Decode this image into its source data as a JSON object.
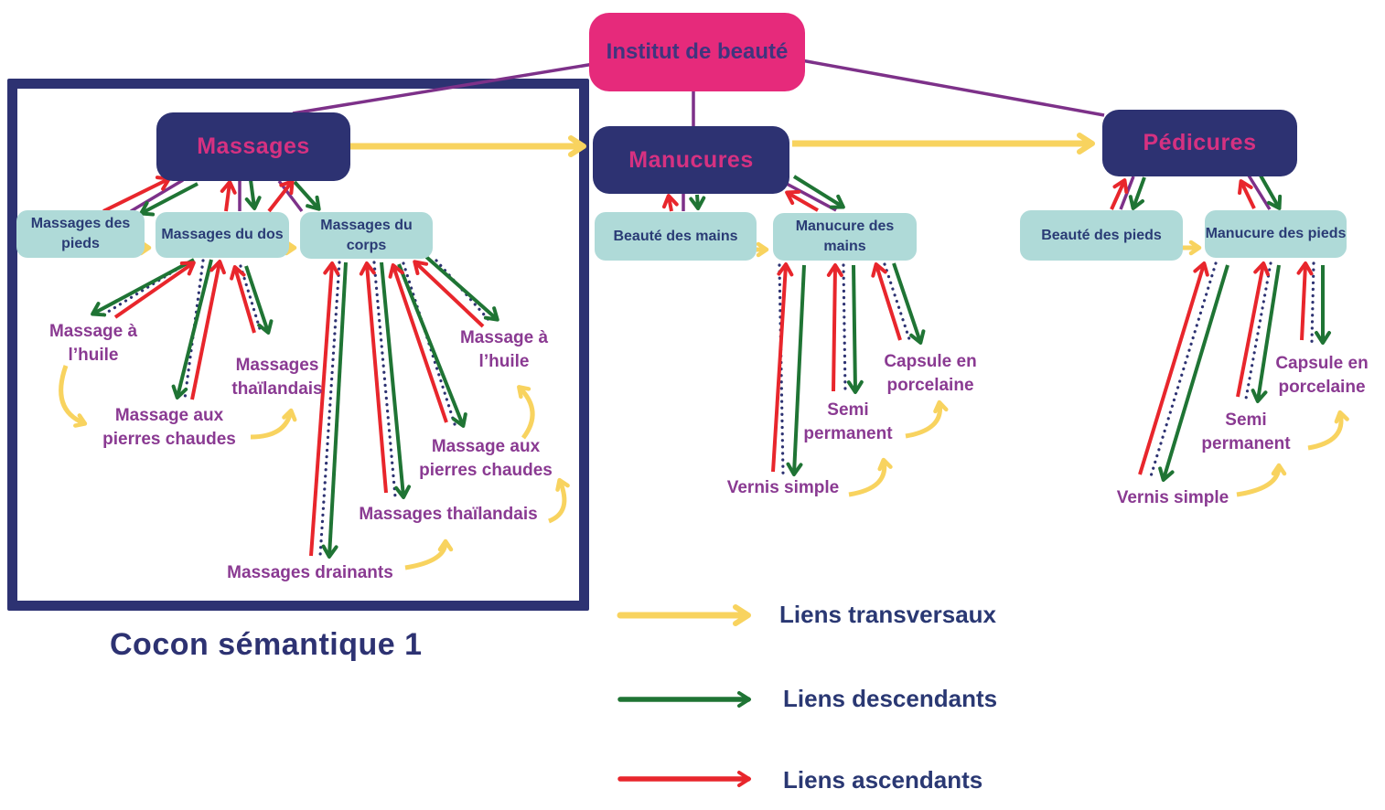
{
  "diagram_title": "Cocon sémantique 1",
  "root": {
    "label": "Institut de beauté"
  },
  "categories": {
    "massages": {
      "label": "Massages"
    },
    "manucures": {
      "label": "Manucures"
    },
    "pedicures": {
      "label": "Pédicures"
    }
  },
  "subcategories": {
    "massages_pieds": {
      "label": "Massages des pieds"
    },
    "massages_dos": {
      "label": "Massages du dos"
    },
    "massages_corps": {
      "label": "Massages du corps"
    },
    "beaute_mains": {
      "label": "Beauté des mains"
    },
    "manucure_mains": {
      "label": "Manucure des mains"
    },
    "beaute_pieds": {
      "label": "Beauté des pieds"
    },
    "manucure_pieds": {
      "label": "Manucure des pieds"
    }
  },
  "leaves": {
    "massages": {
      "huile_gauche": "Massage à l’huile",
      "pierres_gauche": "Massage aux pierres chaudes",
      "thai_gauche": "Massages thaïlandais",
      "drainants": "Massages drainants",
      "thai_droite": "Massages thaïlandais",
      "pierres_droite": "Massage aux pierres chaudes",
      "huile_droite": "Massage à l’huile"
    },
    "manucures": {
      "vernis": "Vernis simple",
      "semi": "Semi permanent",
      "capsule": "Capsule en porcelaine"
    },
    "pedicures": {
      "vernis": "Vernis simple",
      "semi": "Semi permanent",
      "capsule": "Capsule en porcelaine"
    }
  },
  "legend": {
    "transversaux": "Liens transversaux",
    "descendants": "Liens descendants",
    "ascendants": "Liens ascendants"
  },
  "colors": {
    "navy": "#2D3272",
    "pink_box": "#E62A7B",
    "pink_text": "#D63181",
    "teal_box": "#AFDAD8",
    "purple_line": "#7D3189",
    "red_line": "#E8262C",
    "green_line": "#1F7434",
    "yellow_line": "#F8D35F",
    "leaf_text": "#8A3A92"
  }
}
